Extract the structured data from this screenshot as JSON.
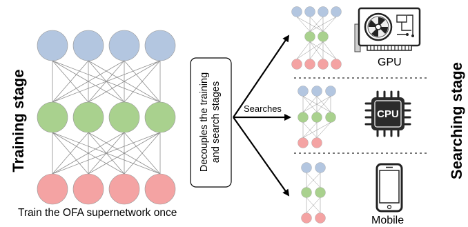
{
  "labels": {
    "training_stage": "Training stage",
    "searching_stage": "Searching stage",
    "supernet_caption": "Train the OFA supernetwork once",
    "decouple_line1": "Decouples the training",
    "decouple_line2": "and search stages",
    "searches": "Searches",
    "gpu": "GPU",
    "cpu": "CPU",
    "mobile": "Mobile"
  },
  "colors": {
    "input_node": "#b3c6e0",
    "hidden_node": "#a9d18e",
    "output_node": "#f4a3a3",
    "edge": "#8c8c8c"
  },
  "icons": [
    "gpu-card-icon",
    "cpu-chip-icon",
    "mobile-phone-icon"
  ]
}
